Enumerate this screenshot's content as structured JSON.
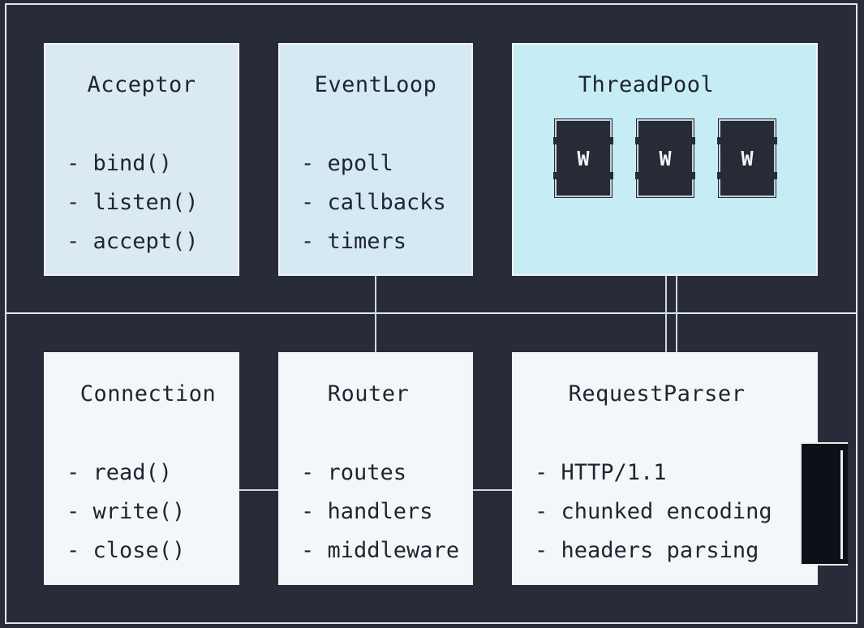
{
  "colors": {
    "background": "#272c38",
    "frame_line": "#dfe6ee",
    "connector": "#cfd8e2",
    "box_acceptor": "#dbe9f3",
    "box_eventloop": "#d5e9f5",
    "box_threadpool": "#c6edf5",
    "box_bottom": "#f4f7fa",
    "worker": "#262b36"
  },
  "boxes": {
    "acceptor": {
      "title": "Acceptor",
      "items": [
        "bind()",
        "listen()",
        "accept()"
      ]
    },
    "eventloop": {
      "title": "EventLoop",
      "items": [
        "epoll",
        "callbacks",
        "timers"
      ]
    },
    "threadpool": {
      "title": "ThreadPool",
      "workers": [
        "W",
        "W",
        "W"
      ]
    },
    "connection": {
      "title": "Connection",
      "items": [
        "read()",
        "write()",
        "close()"
      ]
    },
    "router": {
      "title": "Router",
      "items": [
        "routes",
        "handlers",
        "middleware"
      ]
    },
    "requestparser": {
      "title": "RequestParser",
      "items": [
        "HTTP/1.1",
        "chunked encoding",
        "headers parsing"
      ]
    }
  }
}
